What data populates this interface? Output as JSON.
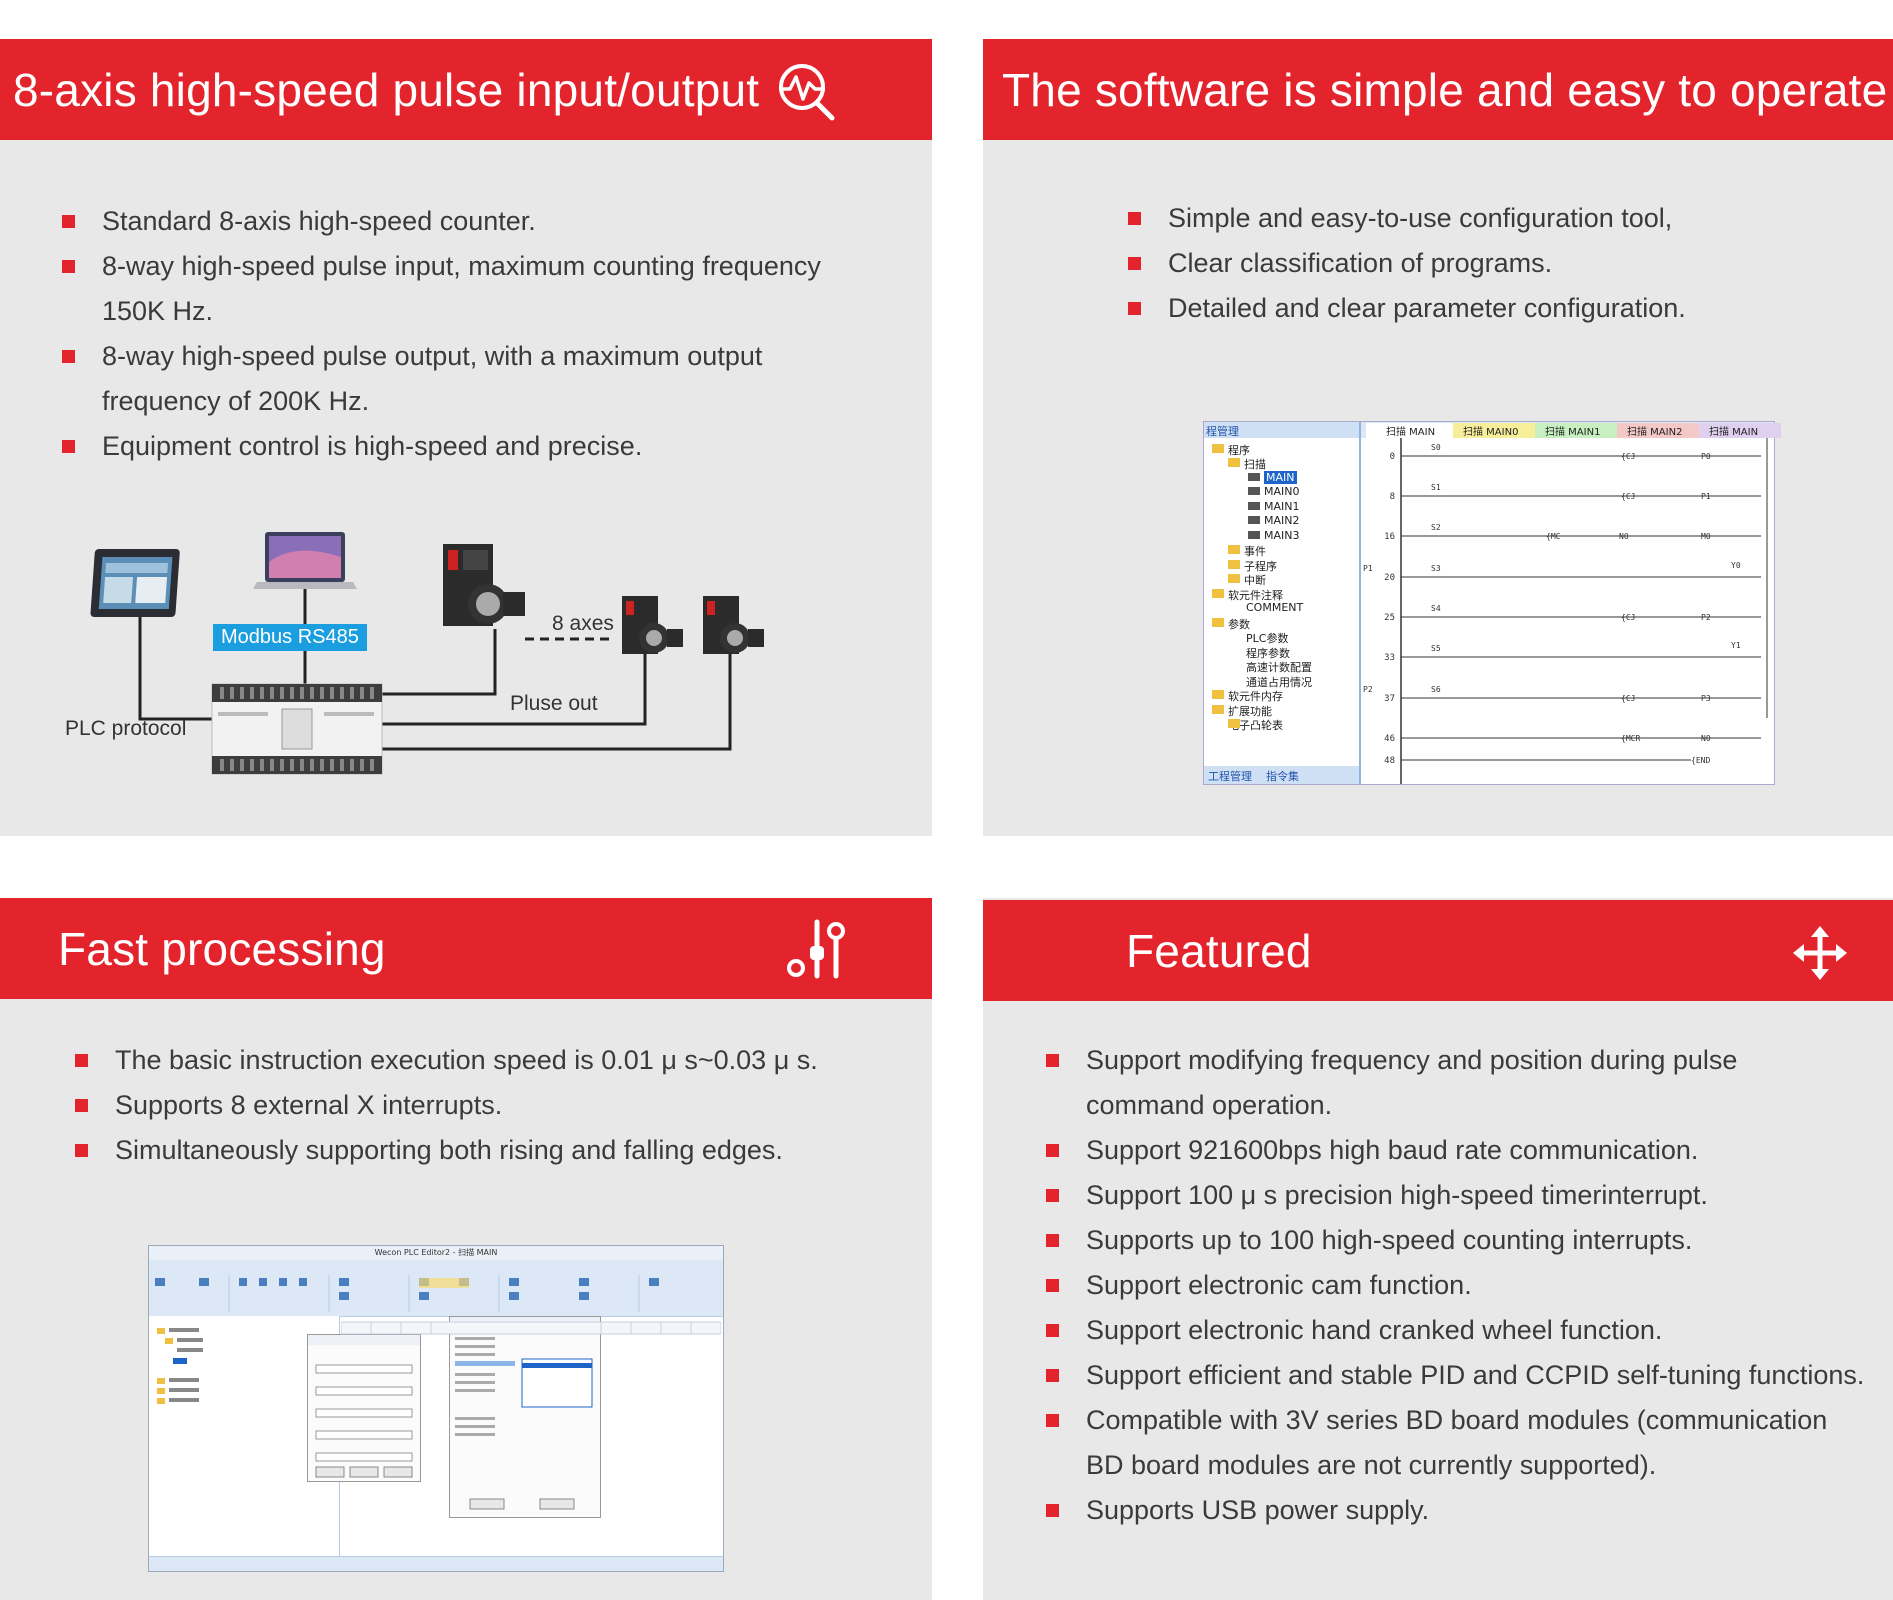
{
  "panels": {
    "pulse": {
      "title": "8-axis high-speed pulse input/output",
      "icon": "waveform-search-icon",
      "bullets": [
        "Standard 8-axis high-speed counter.",
        "8-way high-speed pulse input, maximum counting frequency 150K Hz.",
        "8-way high-speed pulse output, with a maximum output frequency of 200K Hz.",
        "Equipment control is high-speed and precise."
      ],
      "diagram": {
        "modbus_label": "Modbus   RS485",
        "axes_label": "8 axes",
        "pulse_out_label": "Pluse out",
        "plc_protocol_label": "PLC protocol"
      }
    },
    "software": {
      "title": "The software is simple and easy to operate",
      "bullets": [
        "Simple and easy-to-use configuration tool,",
        "Clear classification of programs.",
        "Detailed and clear parameter configuration."
      ],
      "screenshot": {
        "tree_header": "程管理",
        "tree_items": [
          "程序",
          "扫描",
          "MAIN",
          "MAIN0",
          "MAIN1",
          "MAIN2",
          "MAIN3",
          "事件",
          "子程序",
          "中断",
          "软元件注释",
          "COMMENT",
          "参数",
          "PLC参数",
          "程序参数",
          "高速计数配置",
          "通道占用情况",
          "软元件内存",
          "扩展功能",
          "电子凸轮表"
        ],
        "tabs": [
          "扫描 MAIN",
          "扫描 MAIN0",
          "扫描 MAIN1",
          "扫描 MAIN2",
          "扫描 MAIN"
        ],
        "bottom_tabs": [
          "工程管理",
          "指令集"
        ],
        "line_numbers": [
          "0",
          "8",
          "16",
          "20",
          "25",
          "33",
          "37",
          "46",
          "48"
        ]
      }
    },
    "fast": {
      "title": "Fast processing",
      "icon": "sliders-icon",
      "bullets": [
        "The basic instruction execution speed is 0.01 μ s~0.03 μ s.",
        "Supports 8 external X interrupts.",
        "Simultaneously supporting both rising and falling edges."
      ],
      "screenshot_title": "Wecon PLC Editor2 - 扫描 MAIN"
    },
    "featured": {
      "title": "Featured",
      "icon": "move-arrows-icon",
      "bullets": [
        "Support modifying frequency and position during pulse command operation.",
        "Support 921600bps high baud rate communication.",
        "Support 100 μ s precision high-speed timerinterrupt.",
        "Supports up to 100 high-speed counting interrupts.",
        "Support electronic cam function.",
        "Support electronic hand cranked wheel function.",
        "Support efficient and stable PID and CCPID self-tuning functions.",
        "Compatible with 3V series BD board modules (communication BD board modules are not currently supported).",
        "Supports USB power supply."
      ]
    }
  },
  "colors": {
    "header_red": "#e4242d",
    "panel_bg": "#e8e8e9",
    "modbus_blue": "#1a9ee0"
  }
}
